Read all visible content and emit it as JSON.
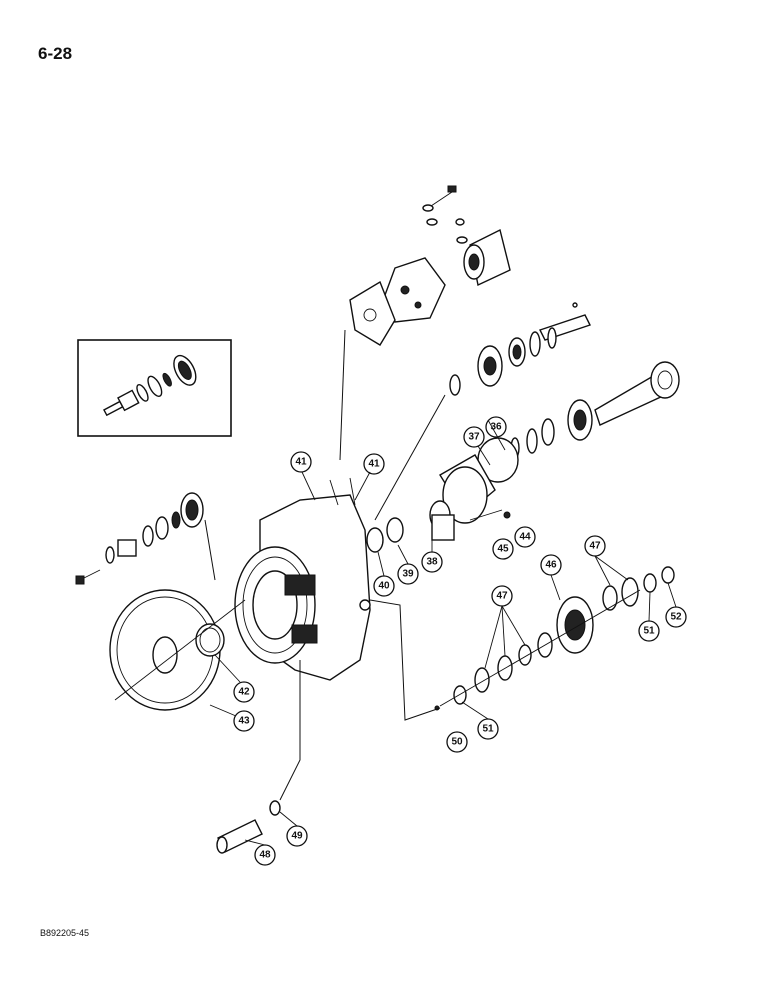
{
  "page_number": "6-28",
  "reference_code": "B892205-45",
  "callouts": [
    {
      "id": "c36",
      "label": "36"
    },
    {
      "id": "c37",
      "label": "37"
    },
    {
      "id": "c38",
      "label": "38"
    },
    {
      "id": "c39",
      "label": "39"
    },
    {
      "id": "c40",
      "label": "40"
    },
    {
      "id": "c41a",
      "label": "41"
    },
    {
      "id": "c41b",
      "label": "41"
    },
    {
      "id": "c42",
      "label": "42"
    },
    {
      "id": "c43",
      "label": "43"
    },
    {
      "id": "c44",
      "label": "44"
    },
    {
      "id": "c45",
      "label": "45"
    },
    {
      "id": "c46",
      "label": "46"
    },
    {
      "id": "c47a",
      "label": "47"
    },
    {
      "id": "c47b",
      "label": "47"
    },
    {
      "id": "c48",
      "label": "48"
    },
    {
      "id": "c49",
      "label": "49"
    },
    {
      "id": "c50",
      "label": "50"
    },
    {
      "id": "c51a",
      "label": "51"
    },
    {
      "id": "c51b",
      "label": "51"
    },
    {
      "id": "c52",
      "label": "52"
    }
  ]
}
